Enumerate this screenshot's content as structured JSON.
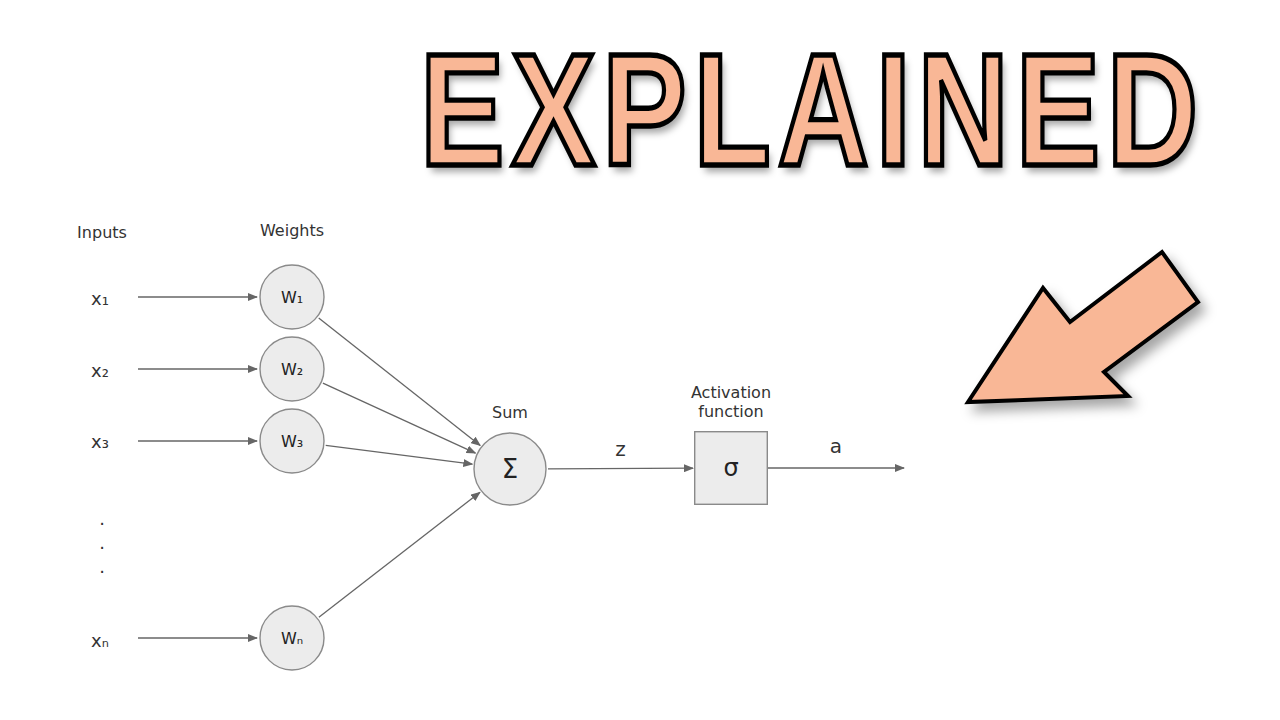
{
  "diagram": {
    "title": "EXPLAINED",
    "nodes": [
      {
        "text": [
          "W₁"
        ]
      },
      {
        "text": [
          "W₂"
        ]
      },
      {
        "text": [
          "W₃"
        ]
      },
      {
        "text": [
          "Wₙ"
        ]
      },
      {
        "text": [
          "Sum",
          "Σ"
        ]
      },
      {
        "text": [
          "Activation function",
          "σ"
        ]
      }
    ],
    "edges": [
      {
        "from": 0,
        "to": 4,
        "arrow": "to"
      },
      {
        "from": 1,
        "to": 4,
        "arrow": "to"
      },
      {
        "from": 2,
        "to": 4,
        "arrow": "to"
      },
      {
        "from": 3,
        "to": 4,
        "arrow": "to"
      },
      {
        "from": 4,
        "to": 5,
        "label": "z",
        "arrow": "to"
      }
    ],
    "labels": [
      "Inputs",
      "Weights",
      "x₁",
      "x₂",
      "x₃",
      ".",
      ".",
      ".",
      "xₙ",
      "a"
    ]
  }
}
